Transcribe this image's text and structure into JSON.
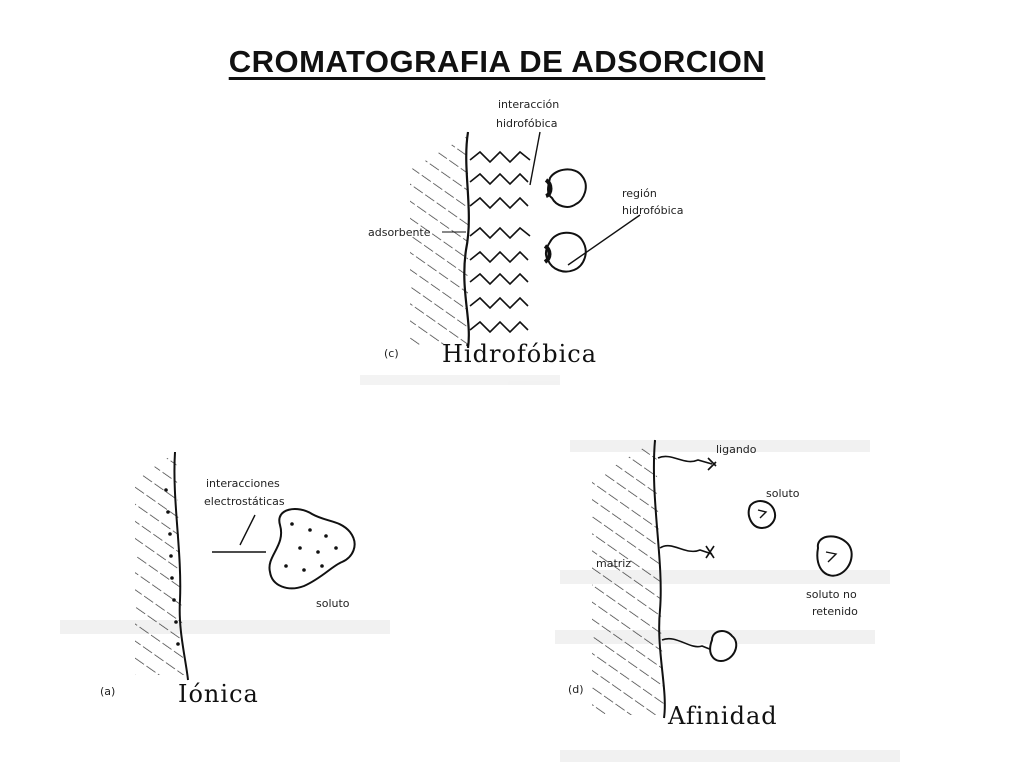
{
  "title": "CROMATOGRAFIA DE ADSORCION",
  "panel_c": {
    "tag": "(c)",
    "caption": "Hidrofóbica",
    "label_interaction_1": "interacción",
    "label_interaction_2": "hidrofóbica",
    "label_region_1": "región",
    "label_region_2": "hidrofóbica",
    "label_adsorbent": "adsorbente"
  },
  "panel_a": {
    "tag": "(a)",
    "caption": "Iónica",
    "label_interactions_1": "interacciones",
    "label_interactions_2": "electrostáticas",
    "label_solute": "soluto"
  },
  "panel_d": {
    "tag": "(d)",
    "caption": "Afinidad",
    "label_ligand": "ligando",
    "label_solute": "soluto",
    "label_matrix": "matriz",
    "label_unretained_1": "soluto no",
    "label_unretained_2": "retenido"
  }
}
